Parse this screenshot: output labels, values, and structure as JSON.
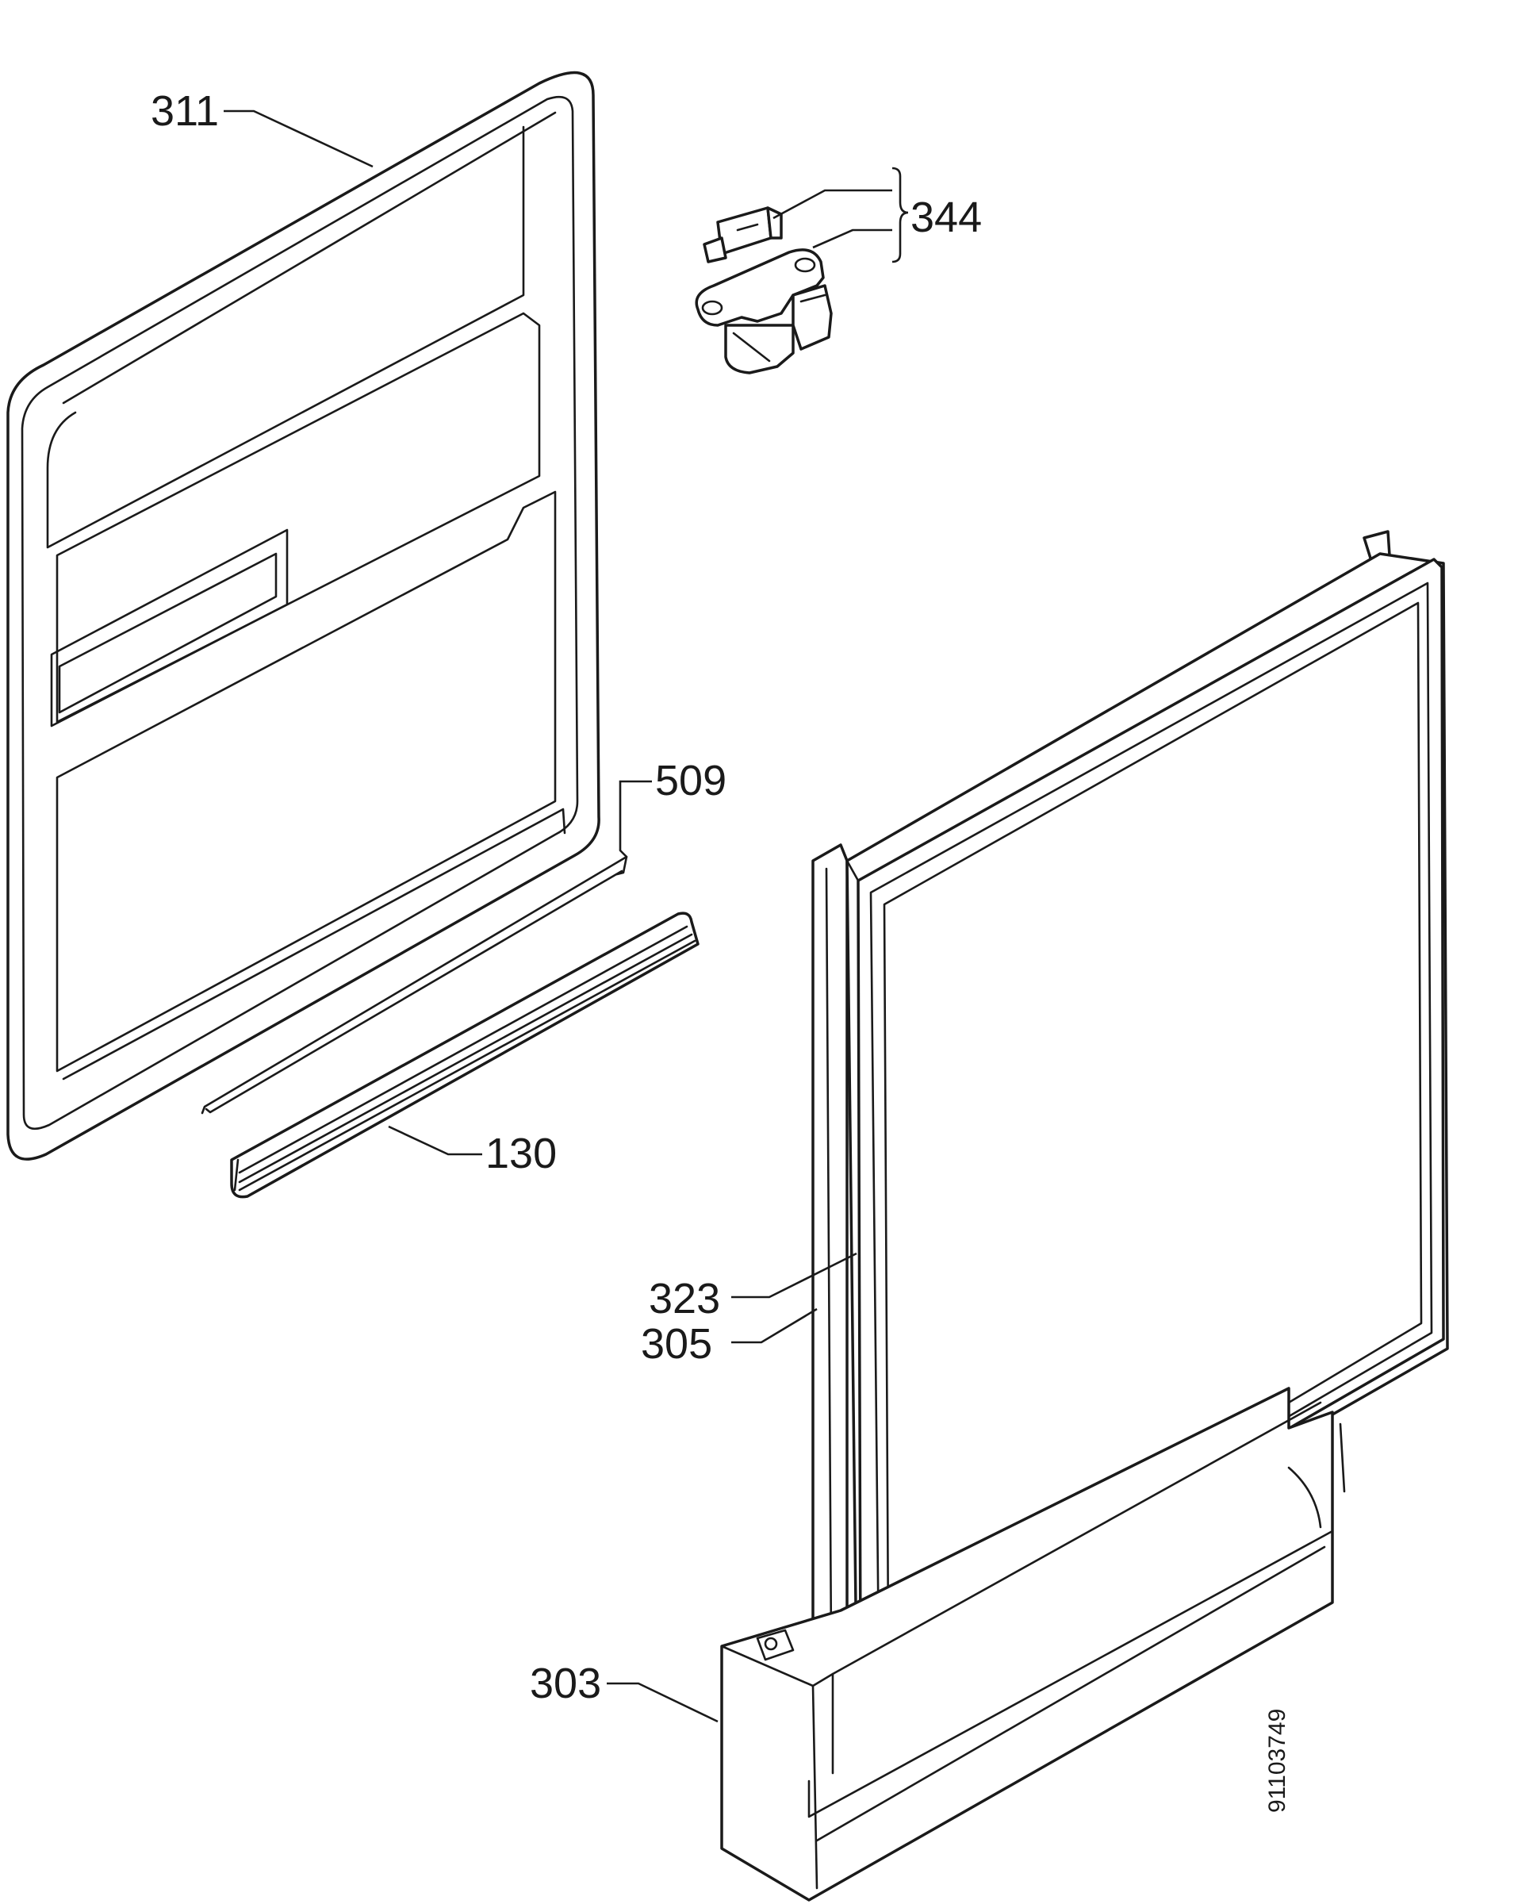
{
  "parts": [
    {
      "id": "part-311",
      "label": "311"
    },
    {
      "id": "part-344",
      "label": "344"
    },
    {
      "id": "part-509",
      "label": "509"
    },
    {
      "id": "part-130",
      "label": "130"
    },
    {
      "id": "part-323",
      "label": "323"
    },
    {
      "id": "part-305",
      "label": "305"
    },
    {
      "id": "part-303",
      "label": "303"
    }
  ],
  "document_number": "91103749"
}
